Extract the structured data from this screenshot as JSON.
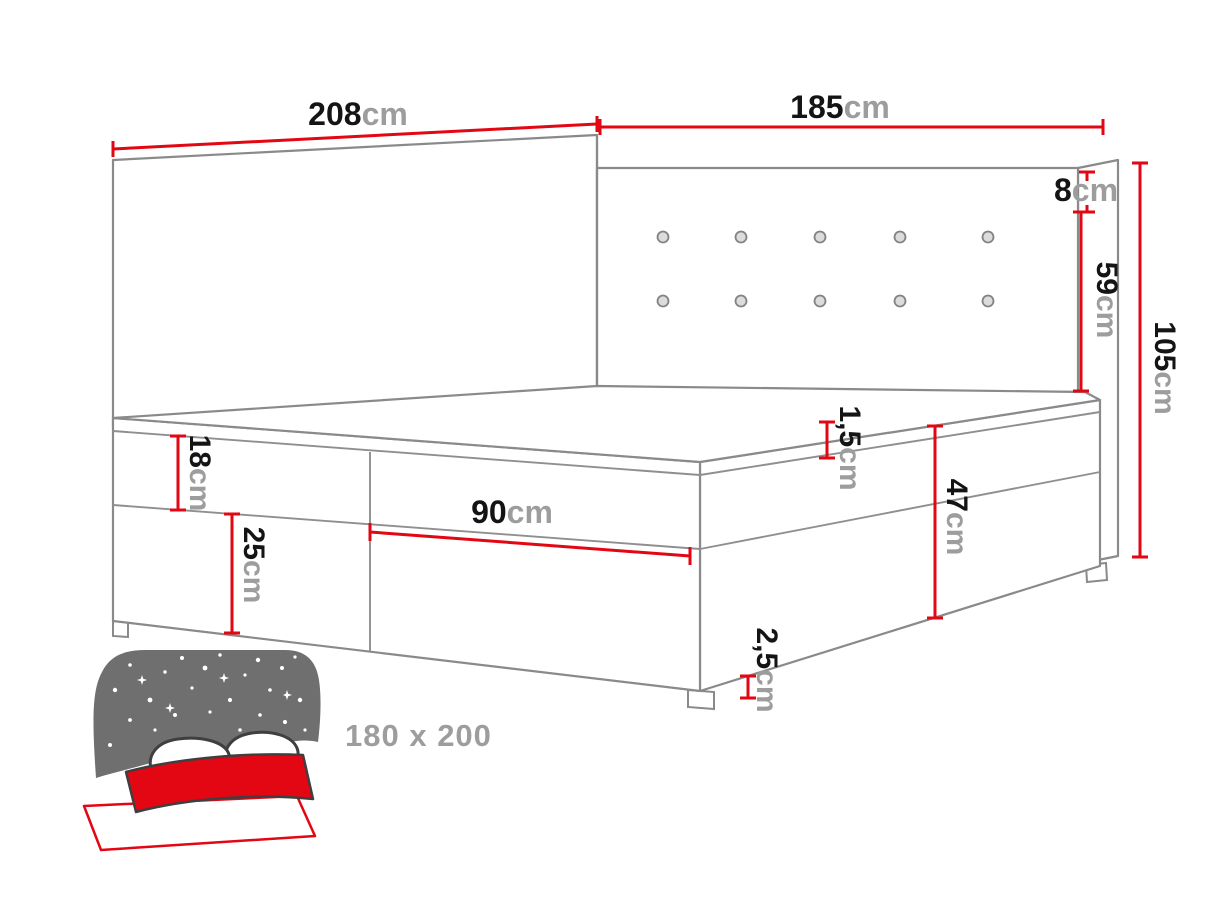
{
  "diagram": {
    "dims": {
      "length_top": {
        "value": "208",
        "unit": "cm"
      },
      "width_top": {
        "value": "185",
        "unit": "cm"
      },
      "headboard_cap": {
        "value": "8",
        "unit": "cm"
      },
      "headboard_above": {
        "value": "59",
        "unit": "cm"
      },
      "headboard_total": {
        "value": "105",
        "unit": "cm"
      },
      "upper_mattress": {
        "value": "18",
        "unit": "cm"
      },
      "lower_base": {
        "value": "25",
        "unit": "cm"
      },
      "drawer_length": {
        "value": "90",
        "unit": "cm"
      },
      "topper_seam": {
        "value": "1,5",
        "unit": "cm"
      },
      "side_height": {
        "value": "47",
        "unit": "cm"
      },
      "leg_height": {
        "value": "2,5",
        "unit": "cm"
      }
    },
    "size_badge": {
      "label": "180 x 200"
    },
    "icons": {
      "bed_night_icon": "bed-night-icon"
    },
    "colors": {
      "dimension_red": "#e30613",
      "outline_gray": "#8a8a8a",
      "number_black": "#141414",
      "unit_gray": "#9d9d9d",
      "logo_gray": "#6f6f6f",
      "logo_text_gray": "#9d9d9d"
    }
  }
}
